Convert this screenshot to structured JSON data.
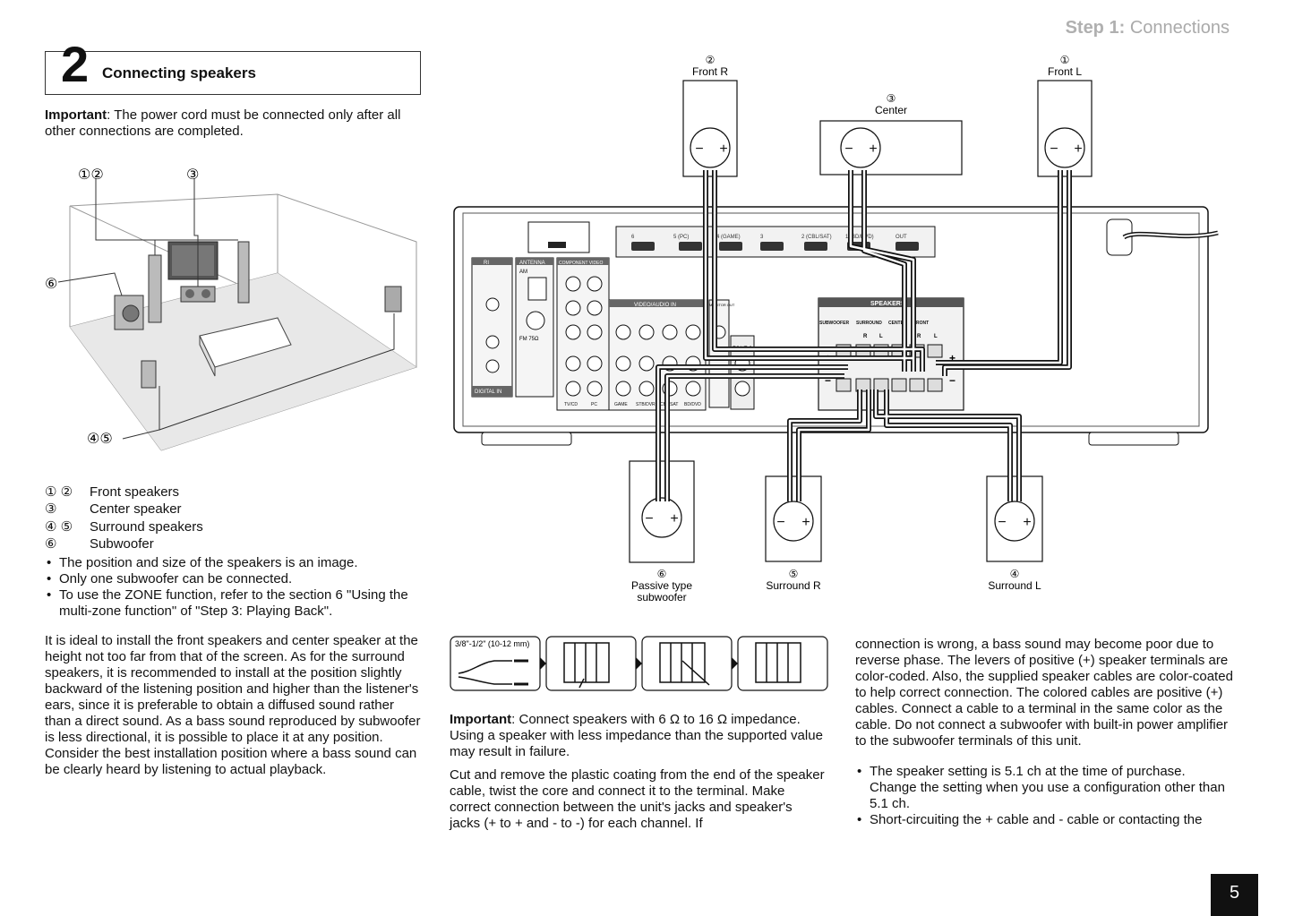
{
  "header": {
    "step_label": "Step 1:",
    "step_title": "Connections"
  },
  "section": {
    "number": "2",
    "title": "Connecting speakers"
  },
  "important_power": {
    "label": "Important",
    "text": ": The power cord must be connected only after all other connections are completed."
  },
  "room_labels": {
    "front": "①②",
    "center": "③",
    "sub": "⑥",
    "surround": "④⑤"
  },
  "legend": [
    {
      "num": "① ②",
      "label": "Front speakers"
    },
    {
      "num": "③",
      "label": "Center speaker"
    },
    {
      "num": "④ ⑤",
      "label": "Surround speakers"
    },
    {
      "num": "⑥",
      "label": "Subwoofer"
    }
  ],
  "notes": [
    "The position and size of the speakers is an image.",
    "Only one subwoofer can be connected.",
    "To use the ZONE function, refer to the section 6 \"Using the multi-zone function\" of \"Step 3: Playing Back\"."
  ],
  "placement_text": "It is ideal to install the front speakers and center speaker at the height not too far from that of the screen. As for the surround speakers, it is recommended to install at the position slightly backward of the listening position and higher than the listener's ears, since it is preferable to obtain a diffused sound rather than a direct sound. As a bass sound reproduced by subwoofer is less directional, it is possible to place it at any position. Consider the best installation position where a bass sound can be clearly heard by listening to actual playback.",
  "speakers": {
    "front_r": {
      "num": "②",
      "label": "Front R"
    },
    "front_l": {
      "num": "①",
      "label": "Front L"
    },
    "center": {
      "num": "③",
      "label": "Center"
    },
    "sub": {
      "num": "⑥",
      "label1": "Passive type",
      "label2": "subwoofer"
    },
    "surround_r": {
      "num": "⑤",
      "label": "Surround R"
    },
    "surround_l": {
      "num": "④",
      "label": "Surround L"
    }
  },
  "receiver": {
    "remote": "RI",
    "antenna": "ANTENNA",
    "am": "AM",
    "fm": "FM 75Ω",
    "component": "COMPONENT VIDEO",
    "video_audio_in": "VIDEO/AUDIO IN",
    "monitor": "MONITOR OUT",
    "zone2": "ZONE 2",
    "digital_in": "DIGITAL IN",
    "speakers": "SPEAKERS",
    "subwoofer": "SUBWOOFER",
    "surround": "SURROUND",
    "center": "CENTER",
    "front": "FRONT",
    "r": "R",
    "l": "L",
    "hdmi_ports": [
      "6",
      "5 (PC)",
      "4 (GAME)",
      "3",
      "2 (CBL/SAT)",
      "1 (BD/DVD)",
      "OUT"
    ],
    "inputs": [
      "TV/CD",
      "PC",
      "GAME",
      "STB/DVR",
      "CBL/SAT",
      "BD/DVD"
    ],
    "plus": "+",
    "minus": "−"
  },
  "strip_size": "3/8\"-1/2\" (10-12 mm)",
  "important_impedance": {
    "label": "Important",
    "text": ": Connect speakers with 6 Ω to 16 Ω impedance. Using a speaker with less impedance than the supported value may result in failure."
  },
  "cut_text": "Cut and remove the plastic coating from the end of the speaker cable, twist the core and connect it to the terminal. Make correct connection between the unit's jacks and speaker's jacks (+ to + and - to -) for each channel. If",
  "right_text": "connection is wrong, a bass sound may become poor due to reverse phase. The levers of positive (+) speaker terminals are color-coded. Also, the supplied speaker cables are color-coated to help correct connection. The colored cables are positive (+) cables. Connect a cable to a terminal in the same color as the cable. Do not connect a subwoofer with built-in power amplifier to the subwoofer terminals of this unit.",
  "right_notes": [
    "The speaker setting is 5.1 ch at the time of purchase. Change the setting when you use a configuration other than 5.1 ch.",
    "Short-circuiting the + cable and - cable or contacting the"
  ],
  "page_number": "5"
}
